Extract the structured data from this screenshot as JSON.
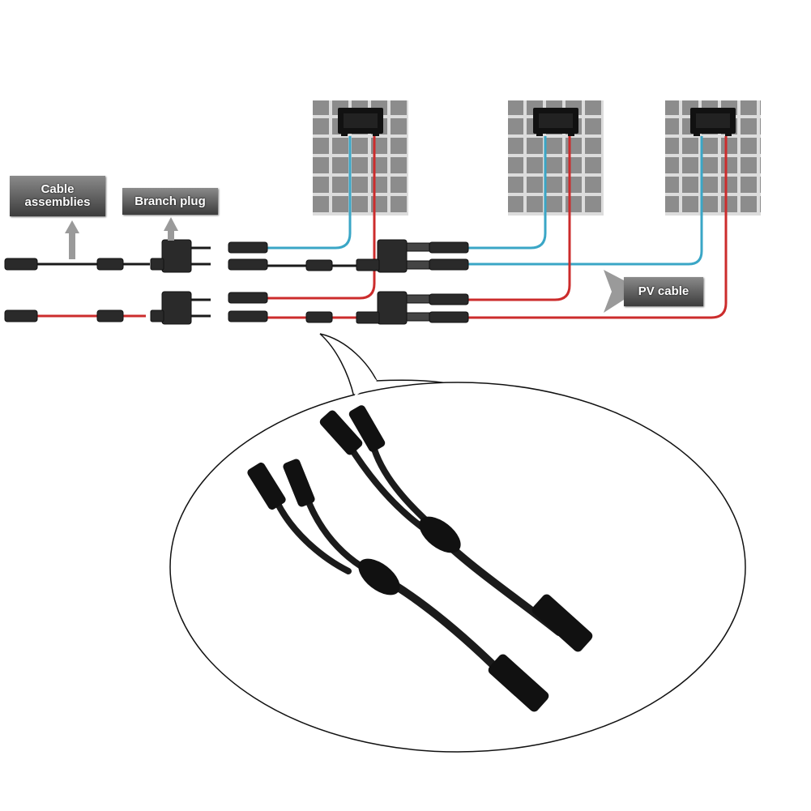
{
  "labels": {
    "cable_assemblies": "Cable assemblies",
    "branch_plug": "Branch plug",
    "pv_cable": "PV cable"
  },
  "junction_box_text": "",
  "panel_count": 3,
  "colors": {
    "positive_cable": "#cc2c2c",
    "negative_cable": "#3aa6c6",
    "cable_black": "#1a1a1a",
    "panel_cell": "#8c8c8c",
    "panel_grid": "#dddddd",
    "label_bg": "#5a5a5a"
  }
}
